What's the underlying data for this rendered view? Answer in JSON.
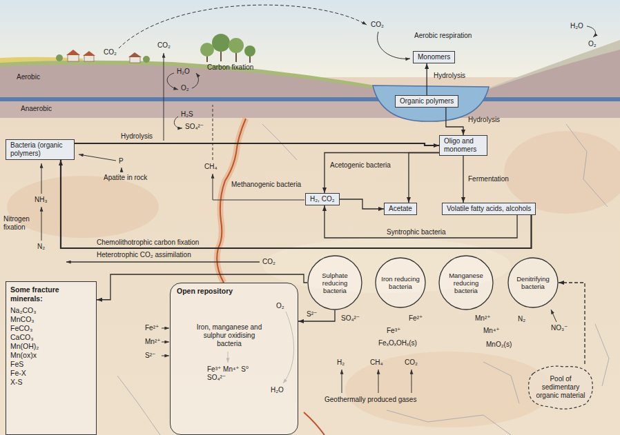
{
  "diagram": {
    "nodes": [
      {
        "text": [
          "Monomers"
        ]
      },
      {
        "text": [
          "Organic polymers"
        ]
      },
      {
        "text": [
          "Bacteria (organic polymers)"
        ]
      },
      {
        "text": [
          "Oligo and monomers"
        ]
      },
      {
        "text": [
          "H₂, CO₂"
        ]
      },
      {
        "text": [
          "Acetate"
        ]
      },
      {
        "text": [
          "Volatile fatty acids, alcohols"
        ]
      },
      {
        "text": [
          "Some fracture minerals:",
          "Na₂CO₃ MnCO₃ FeCO₃ CaCO₃ Mn(OH)₂ Mn(ox)x FeS Fe-X X-S"
        ]
      },
      {
        "text": [
          "Open repository",
          "Iron, manganese and sulphur oxidising bacteria"
        ]
      },
      {
        "text": [
          "Sulphate reducing bacteria"
        ]
      },
      {
        "text": [
          "Iron reducing bacteria"
        ]
      },
      {
        "text": [
          "Manganese reducing bacteria"
        ]
      },
      {
        "text": [
          "Denitrifying bacteria"
        ]
      },
      {
        "text": [
          "Pool of sedimentary organic material"
        ]
      }
    ],
    "edges": [
      {
        "from": 1,
        "to": 0,
        "arrow": "to",
        "label": "Hydrolysis"
      },
      {
        "from": 1,
        "to": 3,
        "arrow": "to",
        "label": "Hydrolysis"
      },
      {
        "from": 2,
        "to": 3,
        "arrow": "to",
        "label": "Hydrolysis"
      },
      {
        "from": 3,
        "to": 6,
        "arrow": "to",
        "label": "Fermentation"
      },
      {
        "from": 6,
        "to": 4,
        "arrow": "to",
        "label": "Syntrophic bacteria"
      },
      {
        "from": 4,
        "to": 5,
        "arrow": "to"
      },
      {
        "from": 3,
        "to": 4,
        "arrow": "to"
      },
      {
        "from": 3,
        "to": 5,
        "arrow": "to"
      },
      {
        "from": 6,
        "to": 2,
        "arrow": "to",
        "label": "Chemolithotrophic carbon fixation"
      },
      {
        "from": 9,
        "to": 7,
        "arrow": "to"
      },
      {
        "from": 9,
        "to": 8,
        "arrow": "to"
      },
      {
        "from": 13,
        "to": 12,
        "arrow": "to"
      }
    ],
    "labels": [
      "CO₂",
      "CO₂",
      "CO₂",
      "Aerobic respiration",
      "H₂O",
      "O₂",
      "Carbon fixation",
      "H₂O",
      "O₂",
      "Aerobic",
      "Anaerobic",
      "H₂S",
      "SO₄²⁻",
      "P",
      "Apatite in rock",
      "CH₄",
      "Methanogenic bacteria",
      "Acetogenic bacteria",
      "NH₃",
      "Nitrogen fixation",
      "N₂",
      "Heterotrophic CO₂ assimilation",
      "CO₂",
      "Fe²⁺",
      "Mn²⁺",
      "S²⁻",
      "O₂",
      "H₂O",
      "Fe³⁺ Mn⁴⁺ S⁰ SO₄²⁻",
      "S²⁻",
      "SO₄²⁻",
      "Fe²⁺",
      "Fe³⁺",
      "FeₓOₓOHₓ(s)",
      "Mn²⁺",
      "Mn⁴⁺",
      "MnO₂(s)",
      "N₂",
      "NO₃⁻",
      "H₂",
      "CH₄",
      "CO₂",
      "Geothermally produced gases"
    ]
  }
}
